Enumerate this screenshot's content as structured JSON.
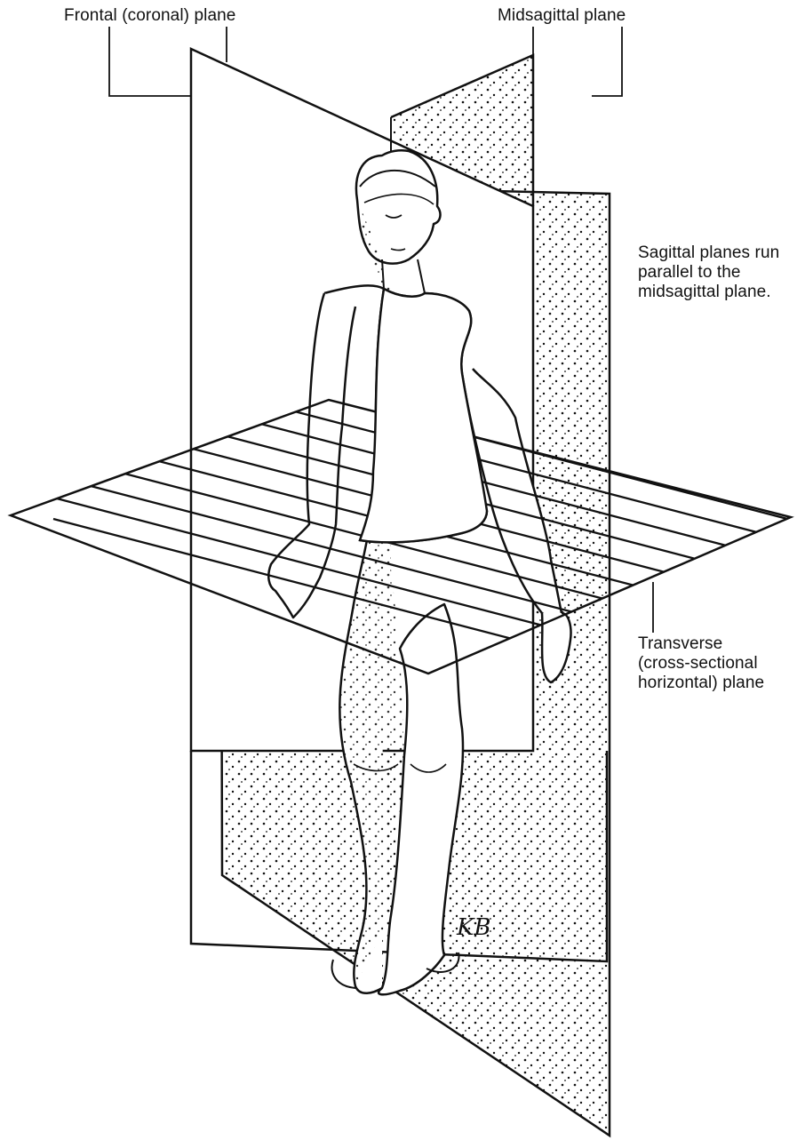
{
  "labels": {
    "frontal_plane": "Frontal (coronal) plane",
    "midsagittal_plane": "Midsagittal plane",
    "sagittal_note": [
      "Sagittal planes run",
      "parallel to the",
      "midsagittal plane."
    ],
    "transverse_plane": [
      "Transverse",
      "(cross-sectional",
      "horizontal) plane"
    ]
  },
  "signature": "KB",
  "colors": {
    "ink": "#111111",
    "background": "#ffffff"
  }
}
